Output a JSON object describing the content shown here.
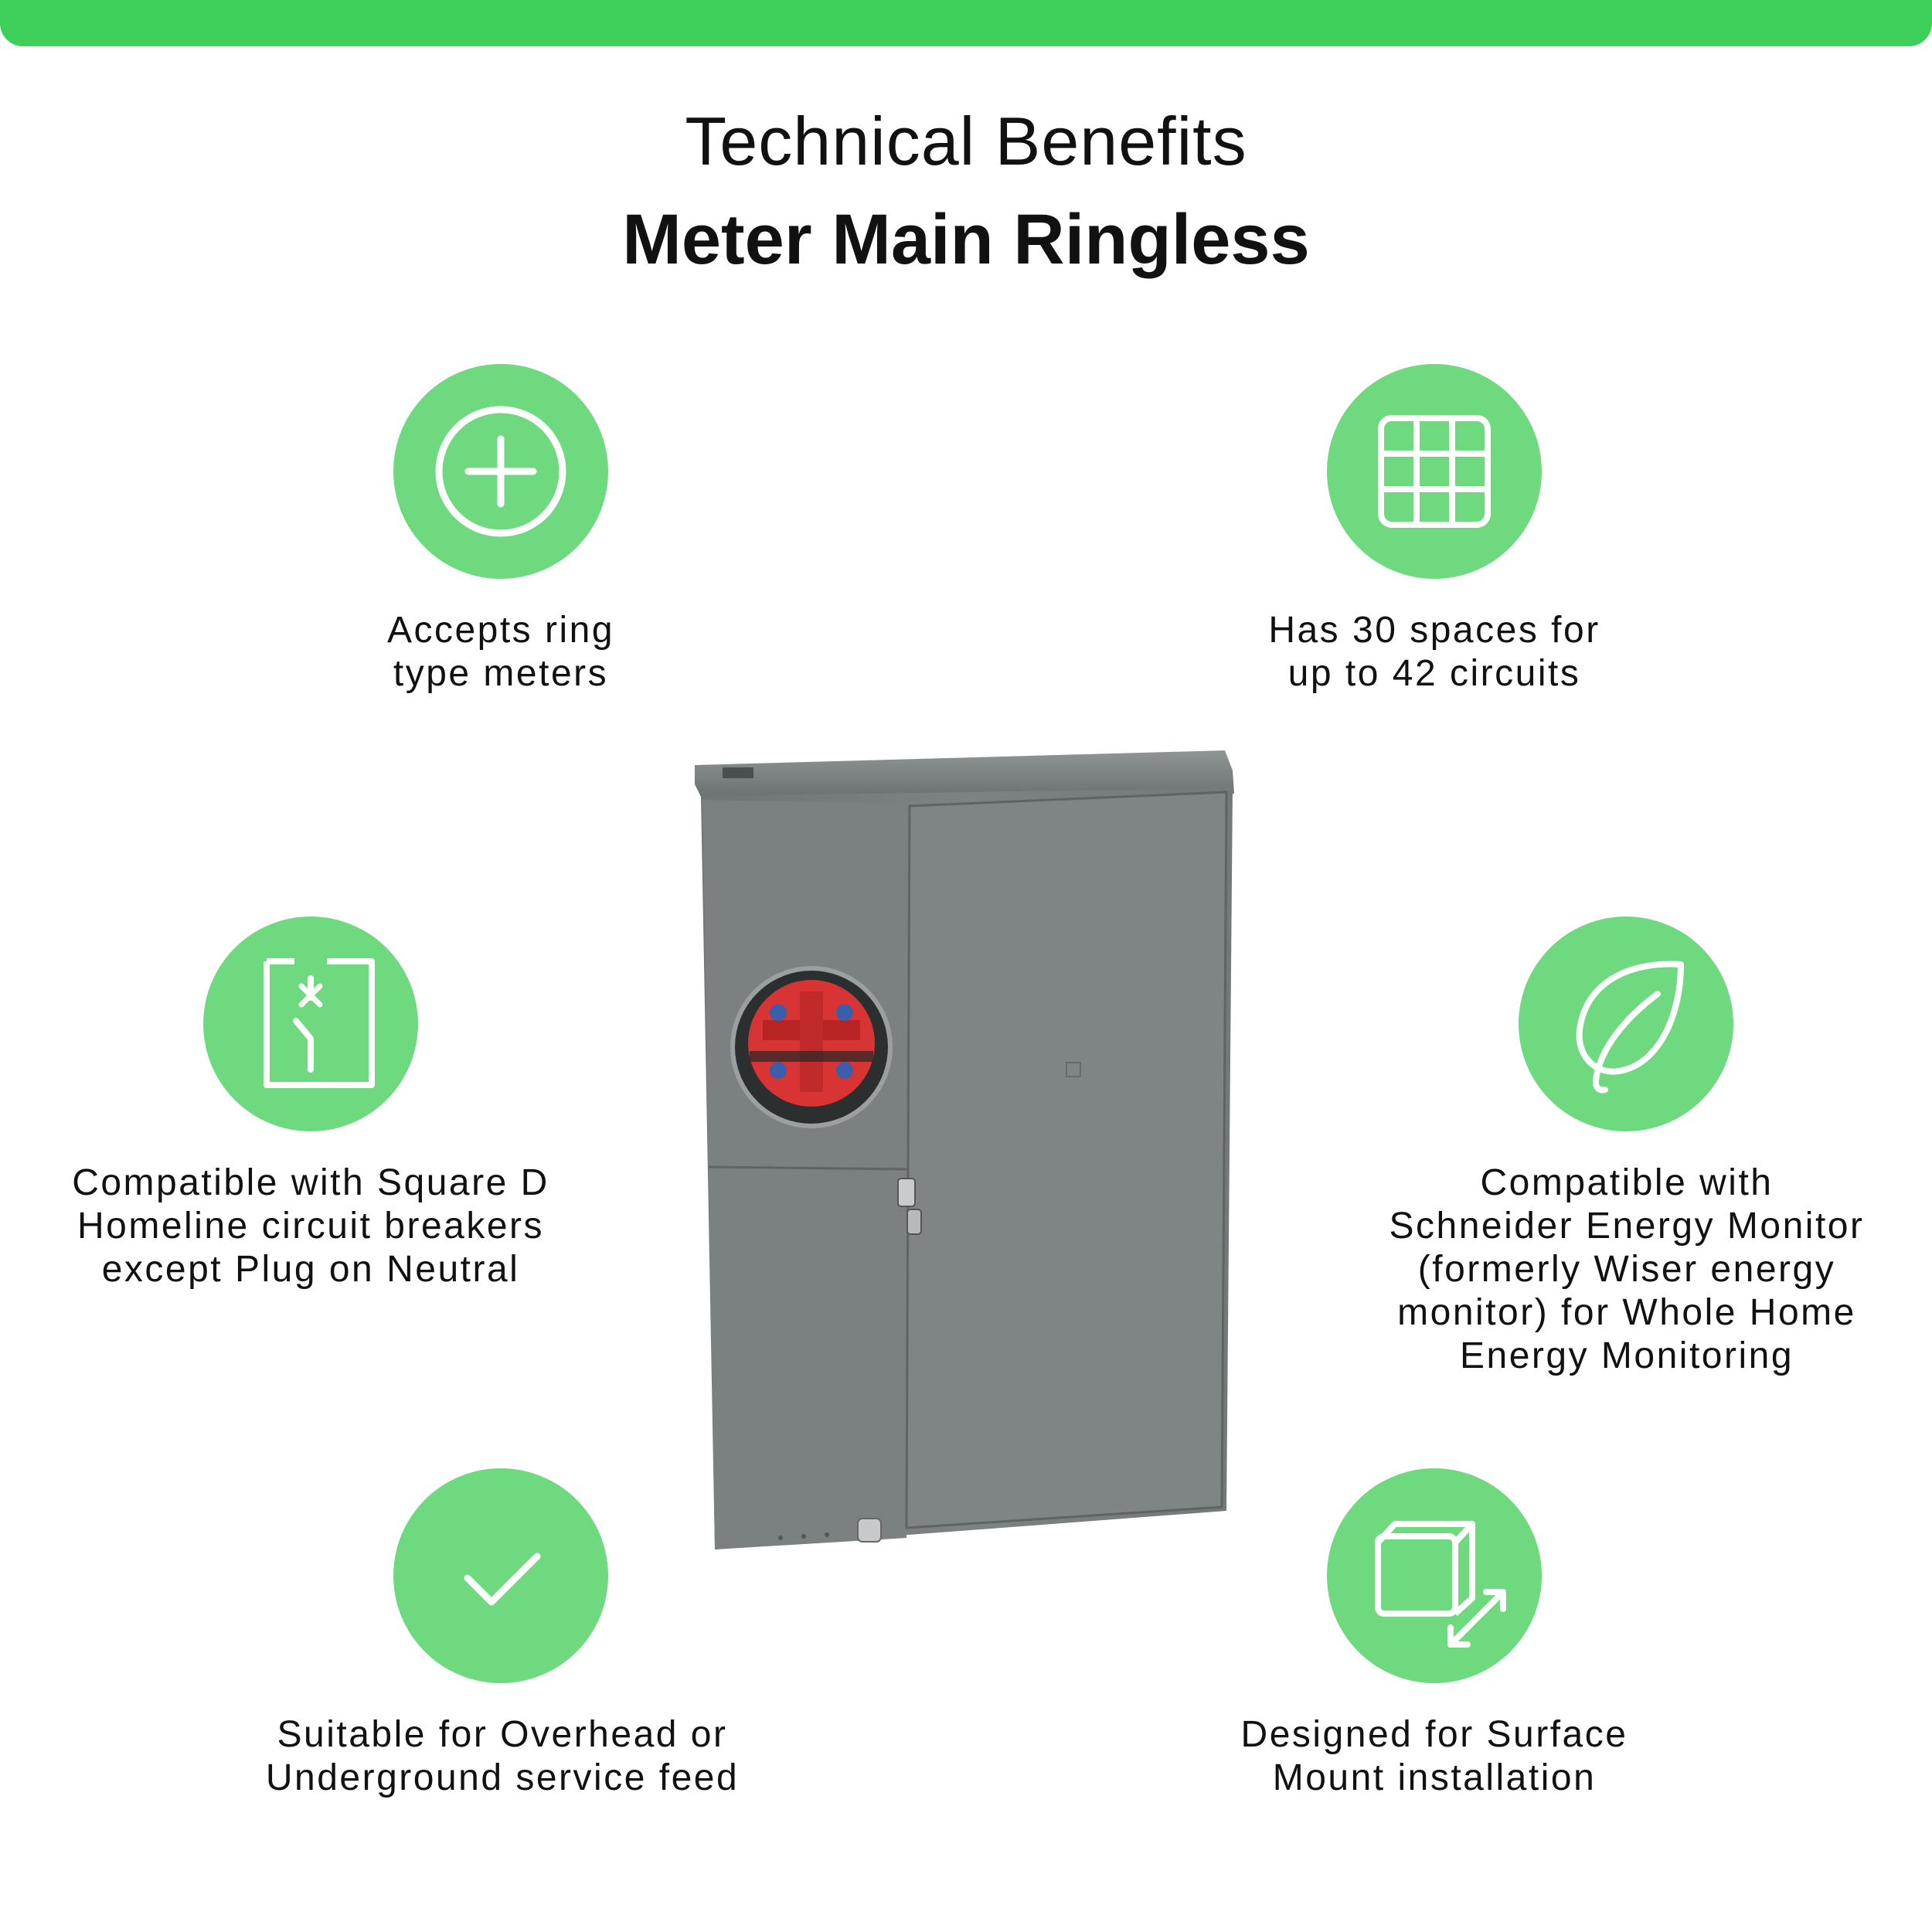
{
  "colors": {
    "top_bar": "#3ecf5b",
    "circle": "#6ed97f",
    "icon_stroke": "#ffffff",
    "enclosure": "#7a8080",
    "meter_socket": "#e03a3a"
  },
  "header": {
    "title": "Technical Benefits",
    "subtitle": "Meter Main Ringless"
  },
  "features": [
    {
      "icon": "circle-plus-icon",
      "lines": [
        "Accepts ring",
        "type meters"
      ]
    },
    {
      "icon": "grid-icon",
      "lines": [
        "Has 30 spaces for",
        "up to 42 circuits"
      ]
    },
    {
      "icon": "circuit-breaker-icon",
      "lines": [
        "Compatible with Square D",
        "Homeline circuit breakers",
        "except Plug on Neutral"
      ]
    },
    {
      "icon": "leaf-icon",
      "lines": [
        "Compatible with",
        "Schneider Energy Monitor",
        "(formerly Wiser energy",
        "monitor) for Whole Home",
        "Energy Monitoring"
      ]
    },
    {
      "icon": "checkmark-icon",
      "lines": [
        "Suitable for Overhead or",
        "Underground service feed"
      ]
    },
    {
      "icon": "box-dimensions-icon",
      "lines": [
        "Designed for Surface",
        "Mount installation"
      ]
    }
  ],
  "product": {
    "icon": "meter-main-enclosure-image"
  }
}
